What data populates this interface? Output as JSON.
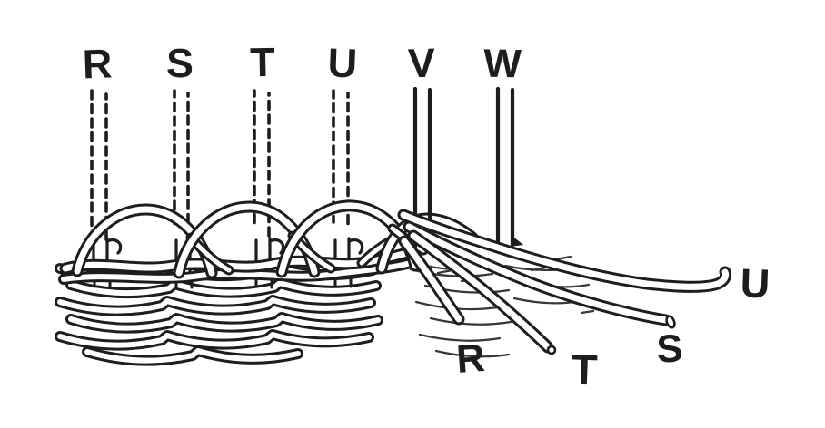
{
  "figure": {
    "colors": {
      "ink": "#1d1d1d",
      "background": "#ffffff"
    },
    "top_labels": [
      {
        "text": "R",
        "guide": "dashed"
      },
      {
        "text": "S",
        "guide": "dashed"
      },
      {
        "text": "T",
        "guide": "dashed"
      },
      {
        "text": "U",
        "guide": "dashed"
      },
      {
        "text": "V",
        "guide": "solid"
      },
      {
        "text": "W",
        "guide": "solid"
      }
    ],
    "end_labels": [
      {
        "text": "R"
      },
      {
        "text": "T"
      },
      {
        "text": "S"
      },
      {
        "text": "U"
      }
    ]
  }
}
